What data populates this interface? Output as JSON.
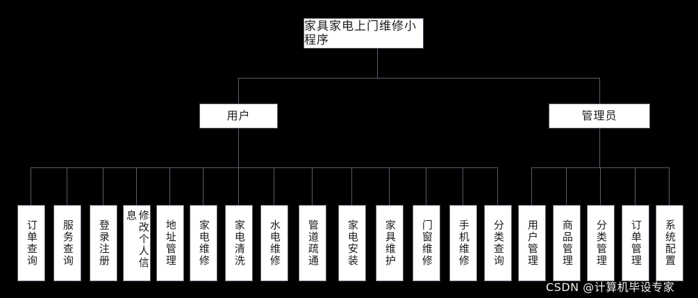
{
  "diagram": {
    "title": "家具家电上门维修小程序",
    "root": {
      "label": "家具家电上门维修小程序"
    },
    "branches": [
      {
        "label": "用户",
        "children": [
          {
            "label": "订单查询"
          },
          {
            "label": "服务查询"
          },
          {
            "label": "登录注册"
          },
          {
            "label": "修改个人信息"
          },
          {
            "label": "地址管理"
          },
          {
            "label": "家电维修"
          },
          {
            "label": "家电清洗"
          },
          {
            "label": "水电维修"
          },
          {
            "label": "管道疏通"
          },
          {
            "label": "家电安装"
          },
          {
            "label": "家具维护"
          },
          {
            "label": "门窗维修"
          },
          {
            "label": "手机维修"
          },
          {
            "label": "分类查询"
          }
        ]
      },
      {
        "label": "管理员",
        "children": [
          {
            "label": "用户管理"
          },
          {
            "label": "商品管理"
          },
          {
            "label": "分类管理"
          },
          {
            "label": "订单管理"
          },
          {
            "label": "系统配置"
          }
        ]
      }
    ],
    "watermark": "CSDN @计算机毕设专家",
    "colors": {
      "background": "#000000",
      "node_fill": "#ffffff",
      "node_border": "#5a5f6e",
      "node_text": "#1b1b1b",
      "connector": "#5a5f6e",
      "watermark_text": "#ffffff"
    }
  }
}
